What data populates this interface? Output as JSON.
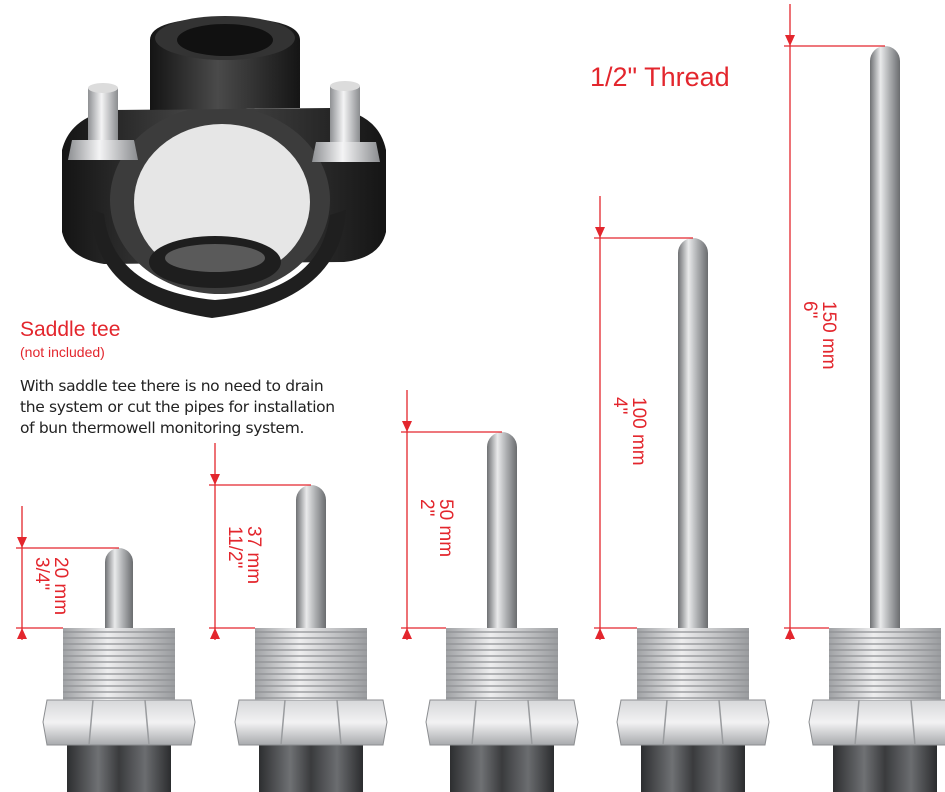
{
  "title": "1/2\" Thread",
  "saddle_tee": {
    "title": "Saddle tee",
    "note": "(not included)",
    "description": [
      "With saddle tee there is no need to drain",
      "the system or cut the pipes for installation",
      "of bun thermowell monitoring system."
    ]
  },
  "thermowells": [
    {
      "mm_label": "20 mm",
      "inch_label": "3/4\"",
      "length_mm": 20
    },
    {
      "mm_label": "37 mm",
      "inch_label": "11/2\"",
      "length_mm": 37
    },
    {
      "mm_label": "50 mm",
      "inch_label": "2\"",
      "length_mm": 50
    },
    {
      "mm_label": "100 mm",
      "inch_label": "4\"",
      "length_mm": 100
    },
    {
      "mm_label": "150 mm",
      "inch_label": "6\"",
      "length_mm": 150
    }
  ],
  "colors": {
    "dimension": "#e3262d",
    "text": "#222222",
    "steel": "#a9abae",
    "plastic": "#2a2a2a"
  }
}
